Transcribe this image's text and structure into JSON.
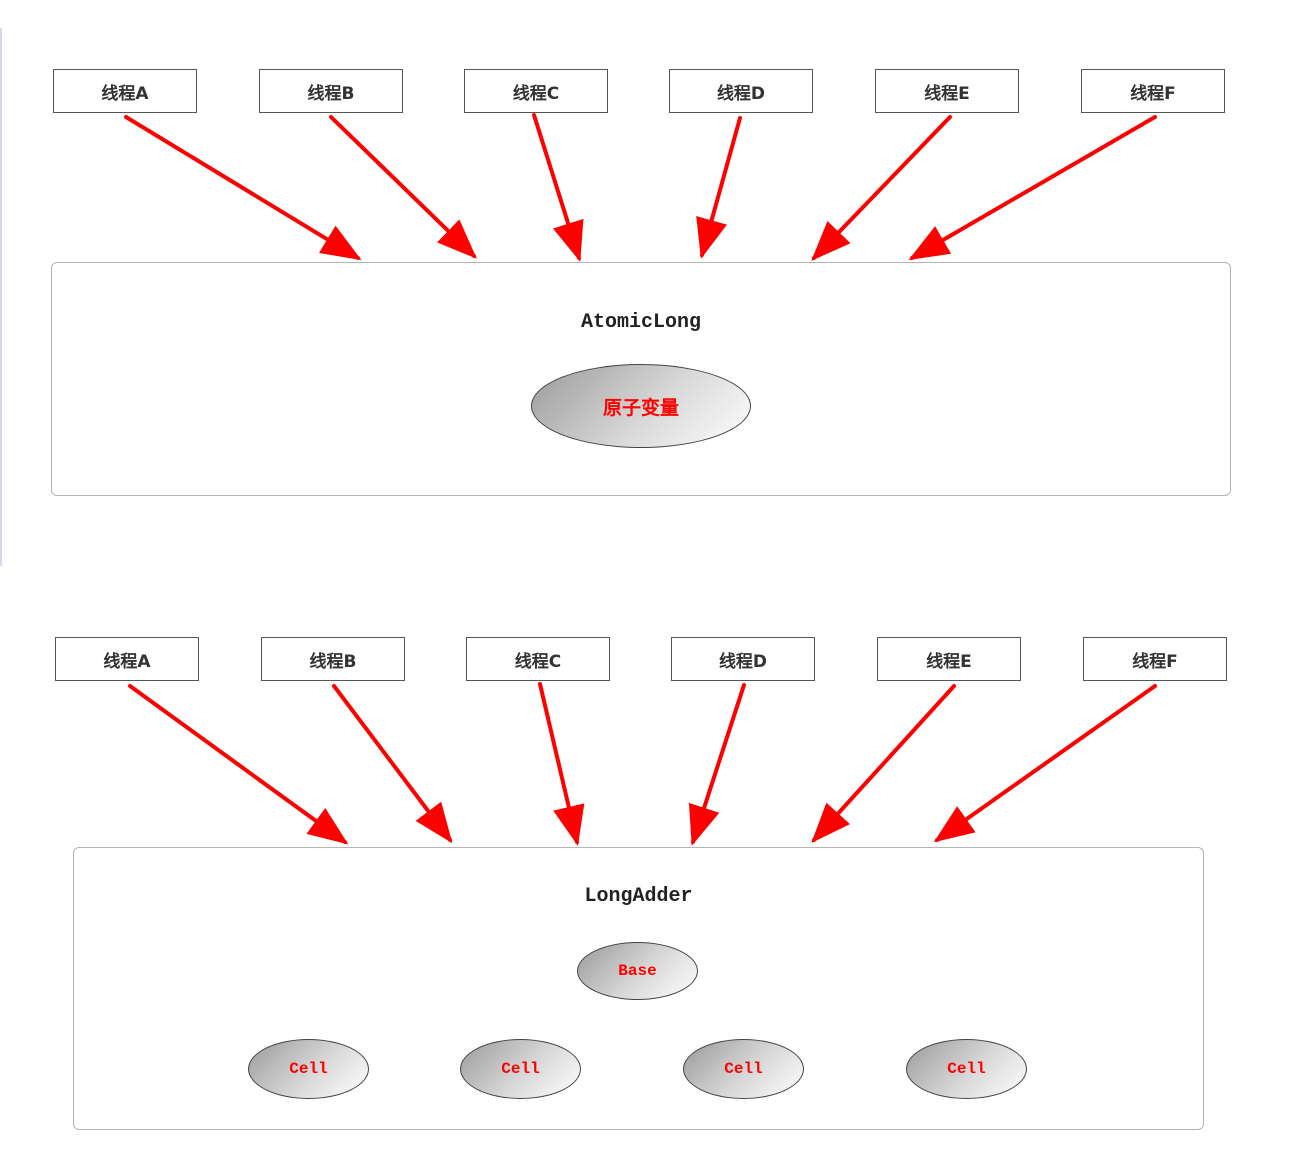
{
  "colors": {
    "arrow": "#ff0000",
    "node_text": "#ff0000"
  },
  "diagram1": {
    "threads": [
      "线程A",
      "线程B",
      "线程C",
      "线程D",
      "线程E",
      "线程F"
    ],
    "container_title": "AtomicLong",
    "variable": "原子变量"
  },
  "diagram2": {
    "threads": [
      "线程A",
      "线程B",
      "线程C",
      "线程D",
      "线程E",
      "线程F"
    ],
    "container_title": "LongAdder",
    "base": "Base",
    "cells": [
      "Cell",
      "Cell",
      "Cell",
      "Cell"
    ]
  }
}
